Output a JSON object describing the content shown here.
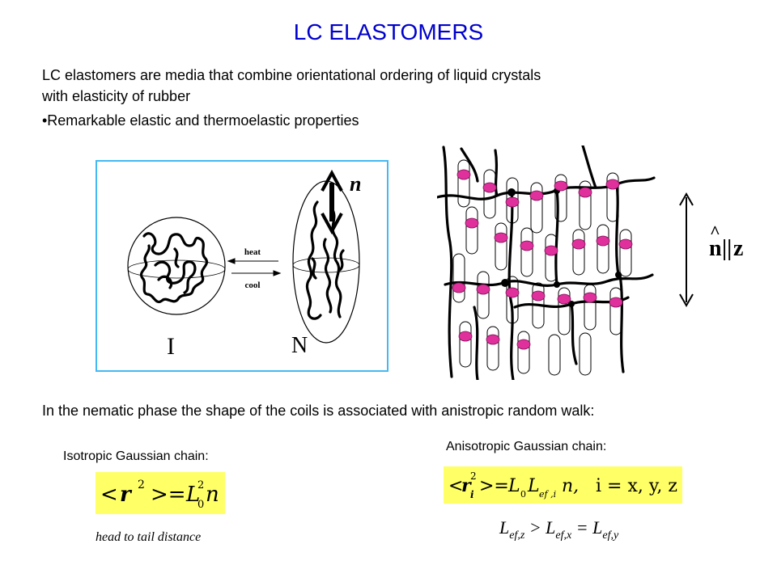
{
  "title": "LC ELASTOMERS",
  "intro": {
    "line1": "LC elastomers are media that combine orientational ordering of liquid crystals",
    "line2": "with elasticity of rubber",
    "bullet": "•Remarkable elastic and thermoelastic properties"
  },
  "figure_left": {
    "heat_label": "heat",
    "cool_label": "cool",
    "isotropic_label": "I",
    "nematic_label": "N",
    "director_label": "n"
  },
  "figure_right": {
    "director_n": "n",
    "hat": "^",
    "parallel": "||",
    "axis_z": "z"
  },
  "nematic_sentence": "In the nematic phase the shape of the coils is associated with anistropic random walk:",
  "isotropic": {
    "label": "Isotropic Gaussian chain:",
    "caption": "head to tail distance",
    "formula": {
      "lt": "<",
      "r": "r",
      "exp": "2",
      "gteq": ">=",
      "L": "L",
      "L_exp": "2",
      "L_sub": "0",
      "n": "n"
    }
  },
  "anisotropic": {
    "label": "Anisotropic Gaussian chain:",
    "formula": {
      "lt": "<",
      "r": "r",
      "r_sub": "i",
      "exp": "2",
      "gteq": ">=",
      "L": "L",
      "L0_sub": "0",
      "Lef": "L",
      "Lef_sub": "ef ,i",
      "n_comma": "n,",
      "condition": "i = x, y, z"
    },
    "inequality": {
      "L1": "L",
      "sub1": "ef,z",
      "gt": " > ",
      "L2": "L",
      "sub2": "ef,x",
      "eq": " = ",
      "L3": "L",
      "sub3": "ef,y"
    }
  },
  "colors": {
    "title": "#0000cc",
    "panel_border": "#43b8f2",
    "formula_bg": "#ffff66",
    "mesogen_pink": "#e0309c"
  }
}
